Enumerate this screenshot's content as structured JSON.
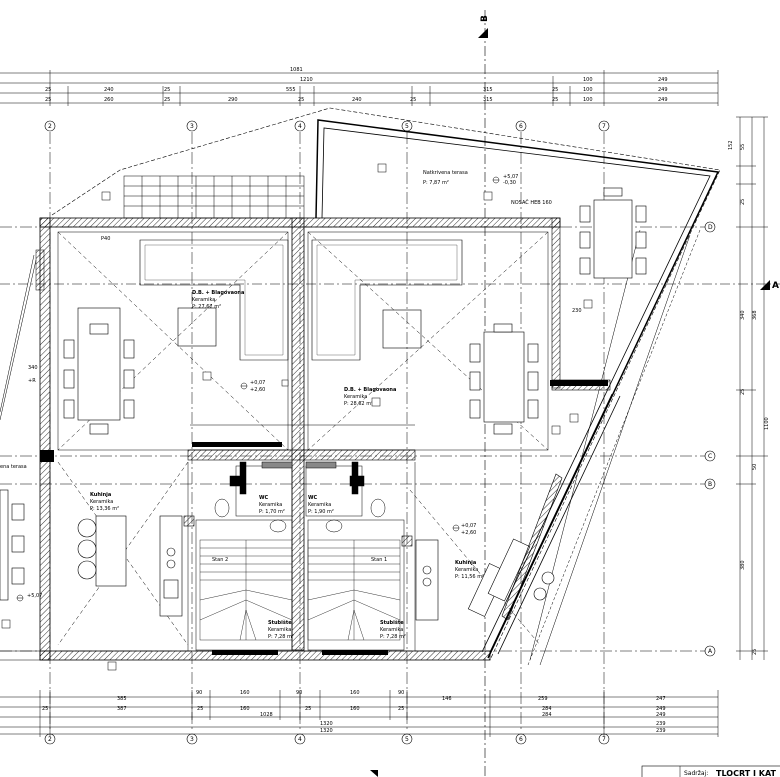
{
  "sections": {
    "b": "B",
    "a": "A"
  },
  "axes": {
    "top": [
      "2",
      "3",
      "4",
      "5",
      "6",
      "7"
    ],
    "right": [
      "D",
      "C",
      "B",
      "A"
    ]
  },
  "dims_top": {
    "overall": "1081",
    "row2": [
      "1210",
      "100",
      "249"
    ],
    "row3": [
      "25",
      "240",
      "25",
      "555",
      "315",
      "25",
      "100",
      "249"
    ],
    "row4": [
      "25",
      "260",
      "25",
      "290",
      "25",
      "240",
      "25",
      "315",
      "25",
      "100",
      "249"
    ]
  },
  "dims_bottom": {
    "row1": [
      "385",
      "90",
      "160",
      "90",
      "160",
      "90",
      "146",
      "259",
      "247"
    ],
    "row2": [
      "25",
      "387",
      "25",
      "160",
      "25",
      "160",
      "25",
      "284",
      "249"
    ],
    "row3": [
      "1028",
      "284",
      "249"
    ],
    "row4": [
      "1320",
      "239"
    ],
    "row5": [
      "1320",
      "239"
    ]
  },
  "dims_right": [
    "152",
    "55",
    "25",
    "340",
    "25",
    "368",
    "380",
    "50",
    "25",
    "1100"
  ],
  "rooms": {
    "terrace_top": {
      "name": "Natkrivena terasa",
      "area": "P: 7,87 m²"
    },
    "living_left": {
      "name": "D.B. + Blagovaona",
      "sub": "Keramika",
      "area": "P: 27,62 m²"
    },
    "living_right": {
      "name": "D.B. + Blagovaona",
      "sub": "Keramika",
      "area": "P: 28,62 m²"
    },
    "kitchen_left": {
      "name": "Kuhinja",
      "sub": "Keramika",
      "area": "P: 13,36 m²"
    },
    "kitchen_right": {
      "name": "Kuhinja",
      "sub": "Keramika",
      "area": "P: 11,56 m²"
    },
    "wc_left": {
      "name": "WC",
      "sub": "Keramika",
      "area": "P: 1,70 m²"
    },
    "wc_right": {
      "name": "WC",
      "sub": "Keramika",
      "area": "P: 1,90 m²"
    },
    "stair_left": {
      "name": "Stubište",
      "sub": "Keramika",
      "area": "P: 7,28 m²"
    },
    "stair_right": {
      "name": "Stubište",
      "sub": "Keramika",
      "area": "P: 7,28 m²"
    },
    "stan_left": "Stan 2",
    "stan_right": "Stan 1",
    "terrace_left": "ena terasa"
  },
  "notes": {
    "beam": "NOSAČ HEB 160",
    "level_top": "+5,07",
    "level_top2": "-0,30",
    "level_l1": "+0,07",
    "level_l2": "+2,60",
    "level_left": "+5,07",
    "level_right": "+0,07",
    "level_right2": "+2,60",
    "p40": "P40",
    "h340": "340",
    "hR": "+R",
    "h230": "230"
  },
  "title_block": {
    "label": "Sadržaj:",
    "title": "TLOCRT I KAT"
  }
}
